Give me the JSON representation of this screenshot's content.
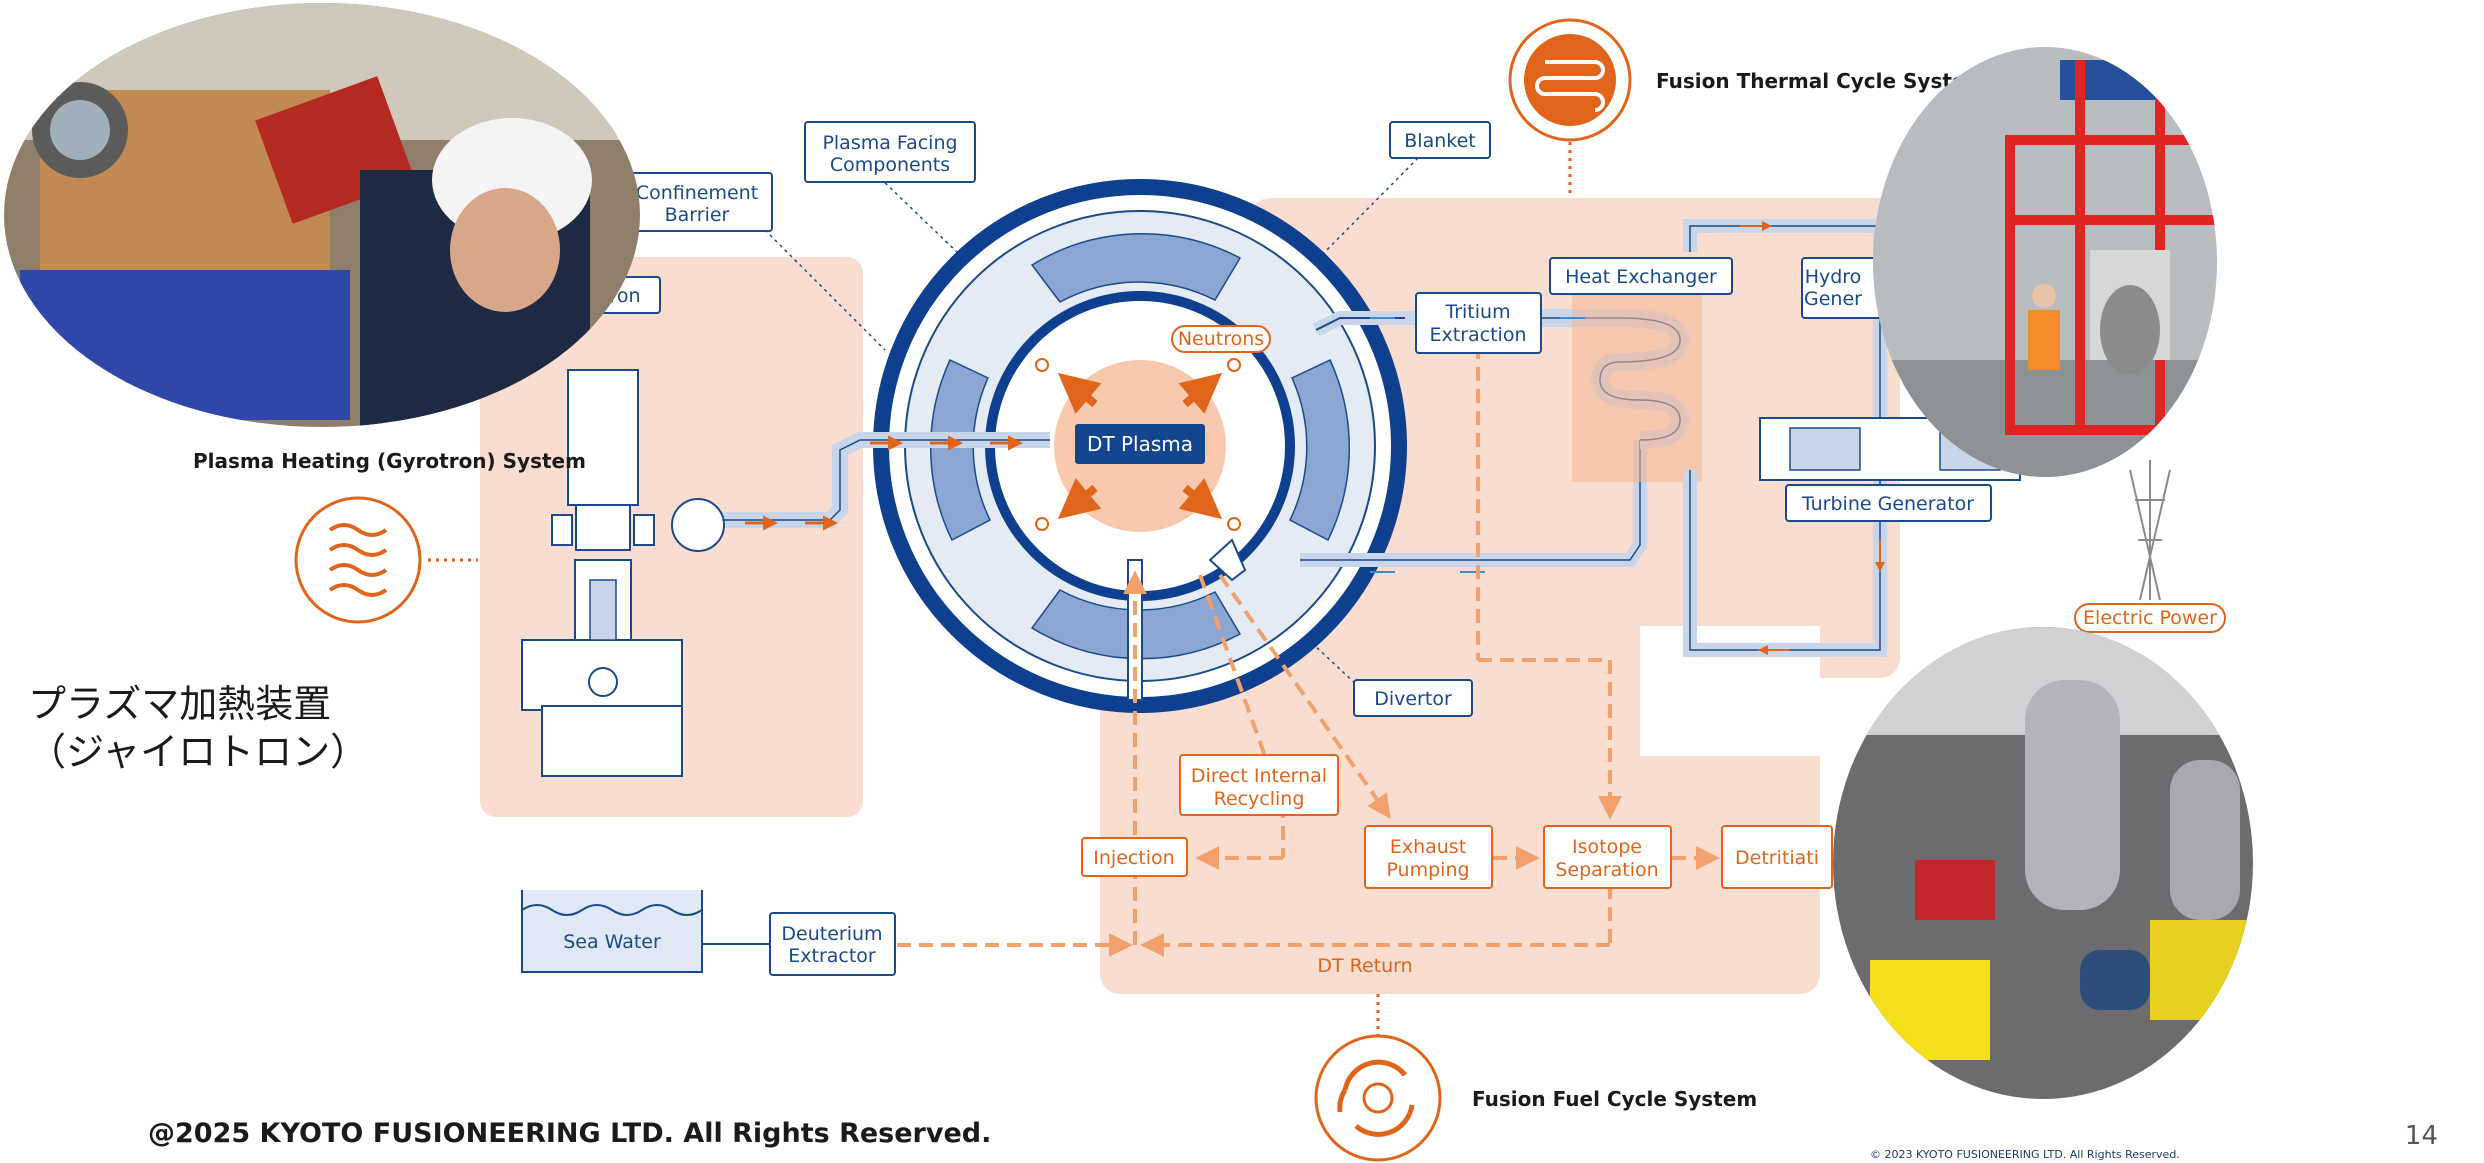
{
  "labels": {
    "confinement_barrier": [
      "Confinement",
      "Barrier"
    ],
    "plasma_facing": [
      "Plasma Facing",
      "Components"
    ],
    "blanket": "Blanket",
    "gyrotron_label": "ron",
    "neutrons": "Neutrons",
    "dt_plasma": "DT Plasma",
    "tritium_extraction": [
      "Tritium",
      "Extraction"
    ],
    "heat_exchanger": "Heat Exchanger",
    "hydrogen_generator": [
      "Hydro",
      "Gener"
    ],
    "turbine_generator": "Turbine Generator",
    "electric_power": "Electric Power",
    "divertor": "Divertor",
    "direct_internal_recycling": [
      "Direct Internal",
      "Recycling"
    ],
    "injection": "Injection",
    "exhaust_pumping": [
      "Exhaust",
      "Pumping"
    ],
    "isotope_separation": [
      "Isotope",
      "Separation"
    ],
    "detritiation": "Detritiati",
    "sea_water": "Sea Water",
    "deuterium_extractor": [
      "Deuterium",
      "Extractor"
    ],
    "dt_return": "DT Return"
  },
  "systems": {
    "thermal": "Fusion Thermal Cycle System",
    "heating": "Plasma Heating (Gyrotron) System",
    "fuel": "Fusion Fuel Cycle System"
  },
  "japanese_caption": [
    "プラズマ加熱装置",
    "（ジャイロトロン）"
  ],
  "footer": {
    "copyright": "@2025 KYOTO FUSIONEERING LTD. All Rights Reserved.",
    "small_copyright": "© 2023 KYOTO FUSIONEERING LTD.  All Rights Reserved.",
    "page_number": "14"
  },
  "colors": {
    "navy": "#1a4a8a",
    "orange": "#e0651a",
    "peach": "#f9ddd0",
    "light_blue": "#c9d6ea"
  },
  "icons": [
    "waves-icon",
    "coil-icon",
    "recycle-icon"
  ]
}
